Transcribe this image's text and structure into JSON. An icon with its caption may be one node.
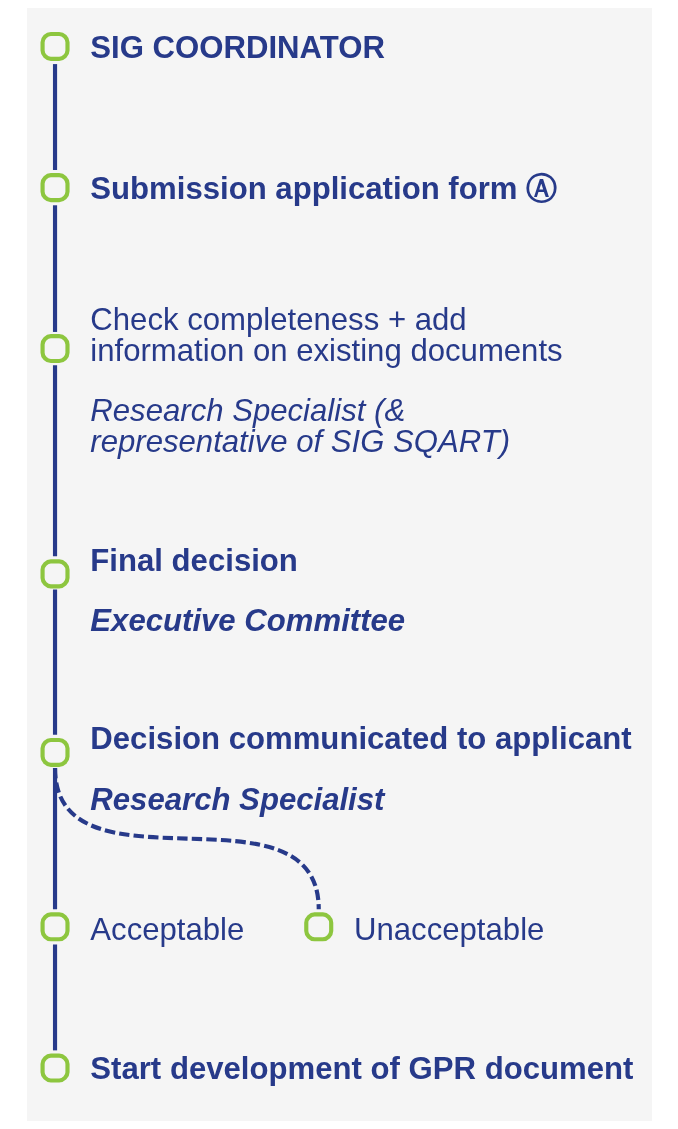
{
  "diagram": {
    "nodes": [
      {
        "text": [
          "SIG COORDINATOR"
        ]
      },
      {
        "text": [
          "Submission application form Ⓐ"
        ]
      },
      {
        "text": [
          "Check completeness + add information on existing documents",
          "Research Specialist (& representative of SIG SQART)"
        ]
      },
      {
        "text": [
          "Final decision",
          "Executive Committee"
        ]
      },
      {
        "text": [
          "Decision communicated to applicant",
          "Research Specialist"
        ]
      },
      {
        "text": [
          "Acceptable"
        ]
      },
      {
        "text": [
          "Unacceptable"
        ]
      },
      {
        "text": [
          "Start development of GPR document"
        ]
      }
    ],
    "edges": [
      {
        "from": 0,
        "to": 1,
        "arrow": "none"
      },
      {
        "from": 1,
        "to": 2,
        "arrow": "none"
      },
      {
        "from": 2,
        "to": 3,
        "arrow": "none"
      },
      {
        "from": 3,
        "to": 4,
        "arrow": "none"
      },
      {
        "from": 4,
        "to": 5,
        "arrow": "none"
      },
      {
        "from": 4,
        "to": 6,
        "arrow": "none",
        "style": "dashed"
      },
      {
        "from": 5,
        "to": 7,
        "arrow": "none"
      }
    ]
  }
}
